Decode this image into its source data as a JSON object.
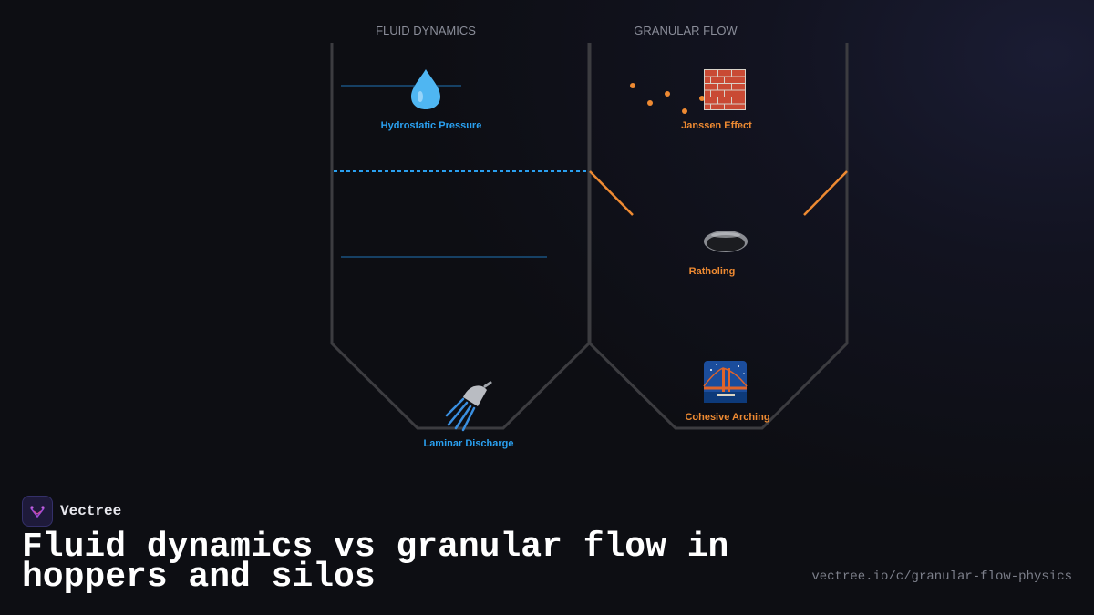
{
  "diagram": {
    "columns": [
      {
        "heading": "FLUID DYNAMICS"
      },
      {
        "heading": "GRANULAR FLOW"
      }
    ],
    "labels": {
      "hydrostatic": "Hydrostatic Pressure",
      "laminar": "Laminar Discharge",
      "janssen": "Janssen Effect",
      "ratholing": "Ratholing",
      "arching": "Cohesive Arching"
    },
    "icons": {
      "hydrostatic": "droplet-icon",
      "laminar": "shower-icon",
      "janssen": "brick-icon",
      "ratholing": "hole-icon",
      "arching": "bridge-icon"
    },
    "colors": {
      "fluid": "#2aa0f0",
      "granular": "#ee8a32",
      "wall": "#3c3c40"
    }
  },
  "brand": {
    "name": "Vectree"
  },
  "title": "Fluid dynamics vs granular flow in hoppers and silos",
  "url": "vectree.io/c/granular-flow-physics"
}
